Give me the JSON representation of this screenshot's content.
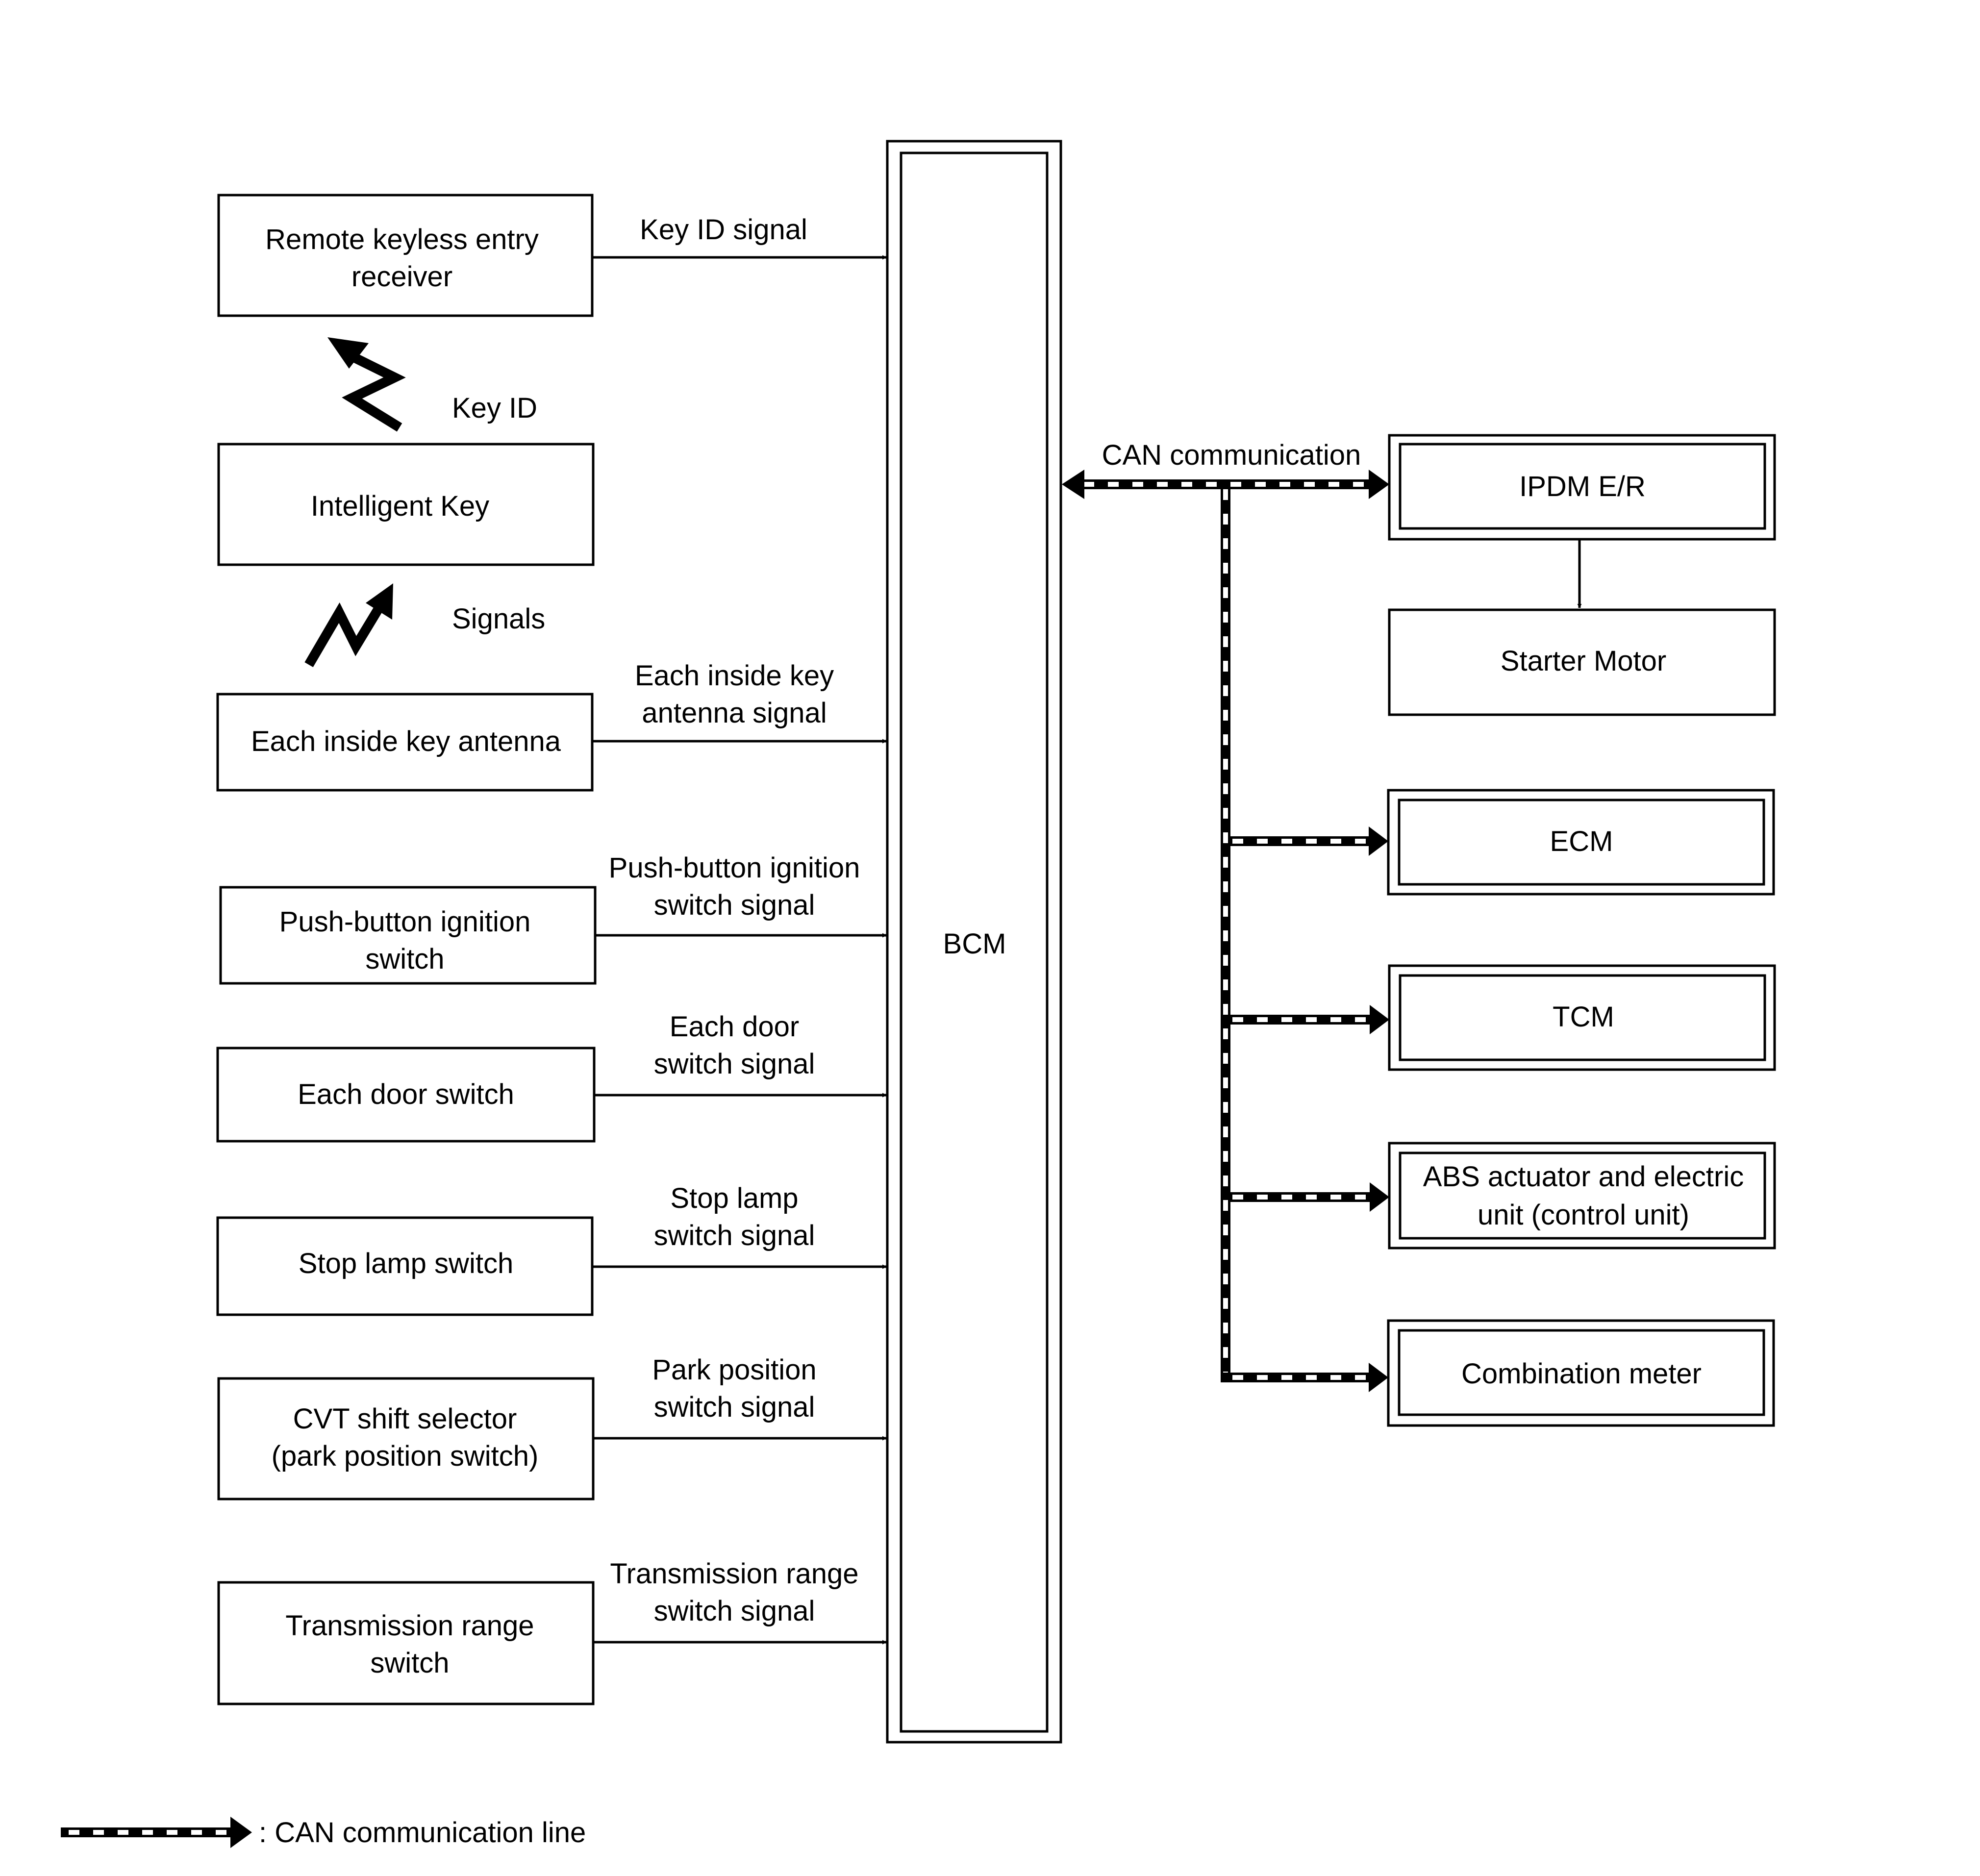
{
  "colors": {
    "line": "#000000",
    "background": "#ffffff",
    "can_dash": "#ffffff"
  },
  "bcm": {
    "label": "BCM"
  },
  "inputs": [
    {
      "id": "remote-keyless-entry-receiver",
      "lines": [
        "Remote keyless entry",
        "receiver"
      ],
      "signal": [
        "Key ID signal"
      ]
    },
    {
      "id": "intelligent-key",
      "lines": [
        "Intelligent Key"
      ]
    },
    {
      "id": "each-inside-key-antenna",
      "lines": [
        "Each inside key antenna"
      ],
      "signal": [
        "Each inside key",
        "antenna signal"
      ]
    },
    {
      "id": "push-button-ignition-switch",
      "lines": [
        "Push-button ignition",
        "switch"
      ],
      "signal": [
        "Push-button ignition",
        "switch signal"
      ]
    },
    {
      "id": "each-door-switch",
      "lines": [
        "Each door switch"
      ],
      "signal": [
        "Each door",
        "switch signal"
      ]
    },
    {
      "id": "stop-lamp-switch",
      "lines": [
        "Stop lamp switch"
      ],
      "signal": [
        "Stop lamp",
        "switch signal"
      ]
    },
    {
      "id": "cvt-shift-selector",
      "lines": [
        "CVT shift selector",
        "(park position switch)"
      ],
      "signal": [
        "Park position",
        "switch signal"
      ]
    },
    {
      "id": "transmission-range-switch",
      "lines": [
        "Transmission range",
        "switch"
      ],
      "signal": [
        "Transmission range",
        "switch signal"
      ]
    }
  ],
  "wireless": {
    "key_id": "Key ID",
    "signals": "Signals"
  },
  "can": {
    "label": "CAN communication"
  },
  "outputs": [
    {
      "id": "ipdm-er",
      "lines": [
        "IPDM E/R"
      ]
    },
    {
      "id": "starter-motor",
      "lines": [
        "Starter Motor"
      ]
    },
    {
      "id": "ecm",
      "lines": [
        "ECM"
      ]
    },
    {
      "id": "tcm",
      "lines": [
        "TCM"
      ]
    },
    {
      "id": "abs-actuator",
      "lines": [
        "ABS actuator and electric",
        "unit (control unit)"
      ]
    },
    {
      "id": "combination-meter",
      "lines": [
        "Combination meter"
      ]
    }
  ],
  "legend": {
    "text": ": CAN communication line"
  }
}
